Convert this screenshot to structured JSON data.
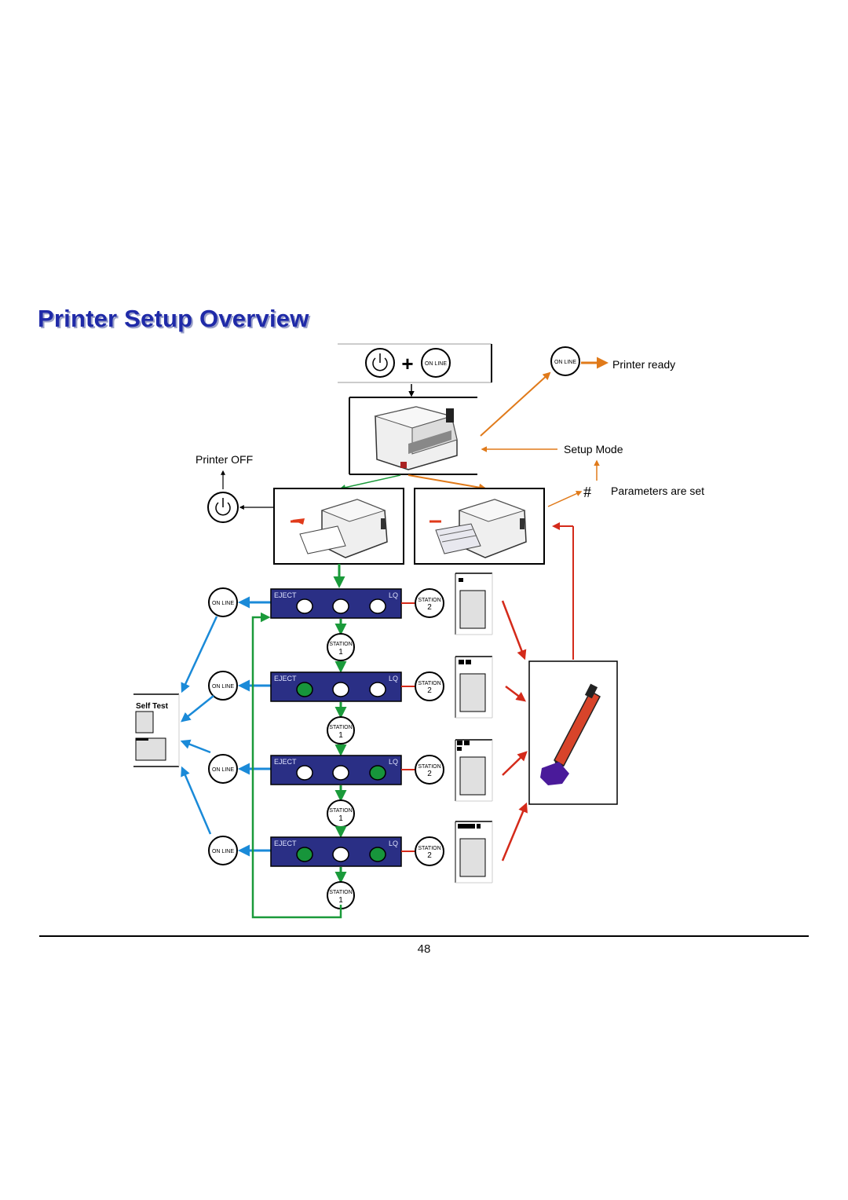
{
  "page": {
    "title": "Printer Setup Overview",
    "page_number": "48"
  },
  "labels": {
    "printer_ready": "Printer ready",
    "setup_mode": "Setup Mode",
    "printer_off": "Printer OFF",
    "parameters_are_set": "Parameters are set",
    "hash": "#",
    "plus": "+",
    "online_key": "ON LINE",
    "online_key_alt": "ON LINE",
    "eject": "EJECT",
    "lq": "LQ",
    "station": "STATION",
    "station_1": "1",
    "station_2": "2",
    "self_test": "Self Test"
  },
  "panels": [
    {
      "leds": [
        "off",
        "off",
        "off"
      ]
    },
    {
      "leds": [
        "on",
        "off",
        "off"
      ]
    },
    {
      "leds": [
        "off",
        "off",
        "on"
      ]
    },
    {
      "leds": [
        "on",
        "off",
        "on"
      ]
    }
  ],
  "colors": {
    "title": "#1f2aa8",
    "panel": "#2a2f85",
    "green_arrow": "#1a9a3a",
    "blue_arrow": "#1a8ad8",
    "orange_arrow": "#e07a1a",
    "red_arrow": "#d42a1a",
    "led_on": "#17953b",
    "pen_body": "#d8442a",
    "ink": "#4a1a9a"
  },
  "icons": [
    "power-icon",
    "online-key-icon",
    "printer-icon",
    "pen-icon",
    "self-test-sheet-icon"
  ]
}
